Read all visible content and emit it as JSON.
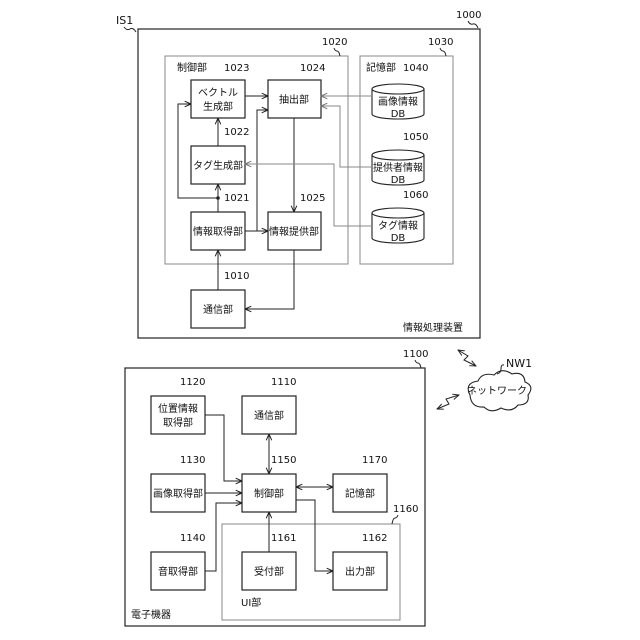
{
  "labels": {
    "is1": "IS1",
    "nw1": "NW1",
    "network": "ネットワーク",
    "server": {
      "ref": "1000",
      "caption": "情報処理装置",
      "control": {
        "ref": "1020",
        "caption": "制御部"
      },
      "storage": {
        "ref": "1030",
        "caption": "記憶部"
      },
      "vector_gen": {
        "ref": "1023",
        "line1": "ベクトル",
        "line2": "生成部"
      },
      "extract": {
        "ref": "1024",
        "text": "抽出部"
      },
      "tag_gen": {
        "ref": "1022",
        "text": "タグ生成部"
      },
      "info_get": {
        "ref": "1021",
        "text": "情報取得部"
      },
      "info_provide": {
        "ref": "1025",
        "text": "情報提供部"
      },
      "comm": {
        "ref": "1010",
        "text": "通信部"
      },
      "image_db": {
        "ref": "1040",
        "line1": "画像情報",
        "line2": "DB"
      },
      "provider_db": {
        "ref": "1050",
        "line1": "提供者情報",
        "line2": "DB"
      },
      "tag_db": {
        "ref": "1060",
        "line1": "タグ情報",
        "line2": "DB"
      }
    },
    "device": {
      "ref": "1100",
      "caption": "電子機器",
      "pos_get": {
        "ref": "1120",
        "line1": "位置情報",
        "line2": "取得部"
      },
      "comm": {
        "ref": "1110",
        "text": "通信部"
      },
      "image_get": {
        "ref": "1130",
        "text": "画像取得部"
      },
      "control": {
        "ref": "1150",
        "text": "制御部"
      },
      "storage": {
        "ref": "1170",
        "text": "記憶部"
      },
      "ui": {
        "ref": "1160",
        "caption": "UI部"
      },
      "sound_get": {
        "ref": "1140",
        "text": "音取得部"
      },
      "accept": {
        "ref": "1161",
        "text": "受付部"
      },
      "output": {
        "ref": "1162",
        "text": "出力部"
      }
    }
  }
}
